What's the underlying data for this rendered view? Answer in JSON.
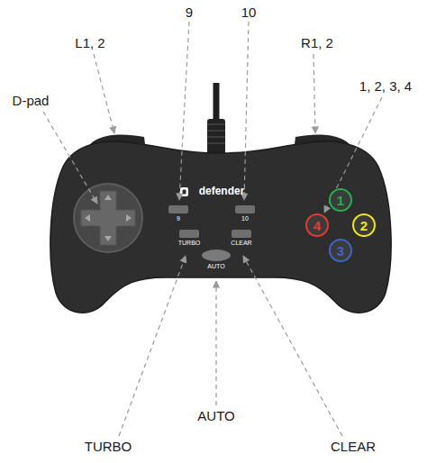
{
  "diagram": {
    "nodes": [
      {
        "text": [
          "9"
        ]
      },
      {
        "text": [
          "10"
        ]
      },
      {
        "text": [
          "TURBO"
        ]
      },
      {
        "text": [
          "CLEAR"
        ]
      },
      {
        "text": [
          "AUTO"
        ]
      },
      {
        "text": [
          "1"
        ]
      },
      {
        "text": [
          "4"
        ]
      },
      {
        "text": [
          "2"
        ]
      },
      {
        "text": [
          "3"
        ]
      }
    ],
    "edges": [],
    "labels": [
      "9",
      "10",
      "L1, 2",
      "R1, 2",
      "D-pad",
      "1, 2, 3, 4",
      "defender",
      "AUTO",
      "TURBO",
      "CLEAR"
    ]
  }
}
